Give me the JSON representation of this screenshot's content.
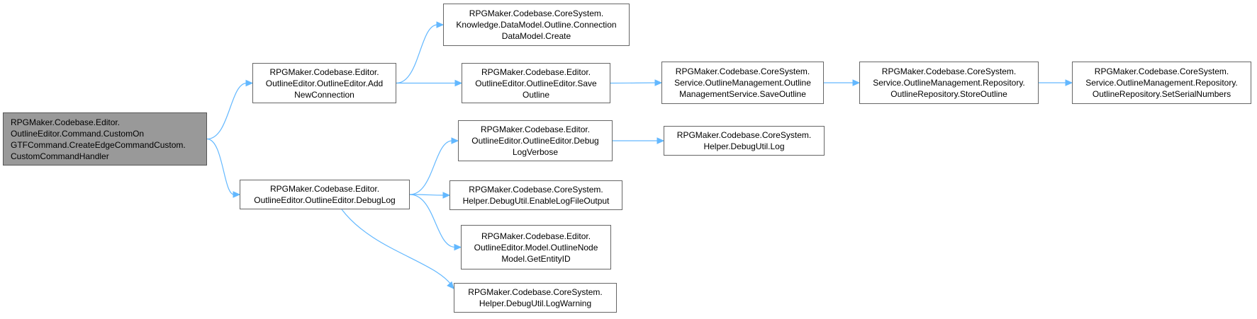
{
  "diagram": {
    "type": "call-graph",
    "colors": {
      "edge": "#63b8ff",
      "node_border": "#666666",
      "root_fill": "#999999",
      "node_fill": "#ffffff"
    },
    "nodes": [
      {
        "id": "root",
        "lines": [
          "RPGMaker.Codebase.Editor.",
          "OutlineEditor.Command.CustomOn",
          "GTFCommand.CreateEdgeCommandCustom.",
          "CustomCommandHandler"
        ]
      },
      {
        "id": "add_new_connection",
        "lines": [
          "RPGMaker.Codebase.Editor.",
          "OutlineEditor.OutlineEditor.Add",
          "NewConnection"
        ]
      },
      {
        "id": "debug_log",
        "lines": [
          "RPGMaker.Codebase.Editor.",
          "OutlineEditor.OutlineEditor.DebugLog"
        ]
      },
      {
        "id": "connection_create",
        "lines": [
          "RPGMaker.Codebase.CoreSystem.",
          "Knowledge.DataModel.Outline.Connection",
          "DataModel.Create"
        ]
      },
      {
        "id": "save_outline",
        "lines": [
          "RPGMaker.Codebase.Editor.",
          "OutlineEditor.OutlineEditor.Save",
          "Outline"
        ]
      },
      {
        "id": "service_save_outline",
        "lines": [
          "RPGMaker.Codebase.CoreSystem.",
          "Service.OutlineManagement.Outline",
          "ManagementService.SaveOutline"
        ]
      },
      {
        "id": "store_outline",
        "lines": [
          "RPGMaker.Codebase.CoreSystem.",
          "Service.OutlineManagement.Repository.",
          "OutlineRepository.StoreOutline"
        ]
      },
      {
        "id": "set_serial_numbers",
        "lines": [
          "RPGMaker.Codebase.CoreSystem.",
          "Service.OutlineManagement.Repository.",
          "OutlineRepository.SetSerialNumbers"
        ]
      },
      {
        "id": "debug_log_verbose",
        "lines": [
          "RPGMaker.Codebase.Editor.",
          "OutlineEditor.OutlineEditor.Debug",
          "LogVerbose"
        ]
      },
      {
        "id": "debugutil_log",
        "lines": [
          "RPGMaker.Codebase.CoreSystem.",
          "Helper.DebugUtil.Log"
        ]
      },
      {
        "id": "enable_log_file_output",
        "lines": [
          "RPGMaker.Codebase.CoreSystem.",
          "Helper.DebugUtil.EnableLogFileOutput"
        ]
      },
      {
        "id": "get_entity_id",
        "lines": [
          "RPGMaker.Codebase.Editor.",
          "OutlineEditor.Model.OutlineNode",
          "Model.GetEntityID"
        ]
      },
      {
        "id": "log_warning",
        "lines": [
          "RPGMaker.Codebase.CoreSystem.",
          "Helper.DebugUtil.LogWarning"
        ]
      }
    ],
    "edges": [
      {
        "from": "root",
        "to": "add_new_connection"
      },
      {
        "from": "root",
        "to": "debug_log"
      },
      {
        "from": "add_new_connection",
        "to": "connection_create"
      },
      {
        "from": "add_new_connection",
        "to": "save_outline"
      },
      {
        "from": "save_outline",
        "to": "service_save_outline"
      },
      {
        "from": "service_save_outline",
        "to": "store_outline"
      },
      {
        "from": "store_outline",
        "to": "set_serial_numbers"
      },
      {
        "from": "debug_log",
        "to": "debug_log_verbose"
      },
      {
        "from": "debug_log_verbose",
        "to": "debugutil_log"
      },
      {
        "from": "debug_log",
        "to": "enable_log_file_output"
      },
      {
        "from": "debug_log",
        "to": "get_entity_id"
      },
      {
        "from": "debug_log",
        "to": "log_warning"
      }
    ]
  }
}
